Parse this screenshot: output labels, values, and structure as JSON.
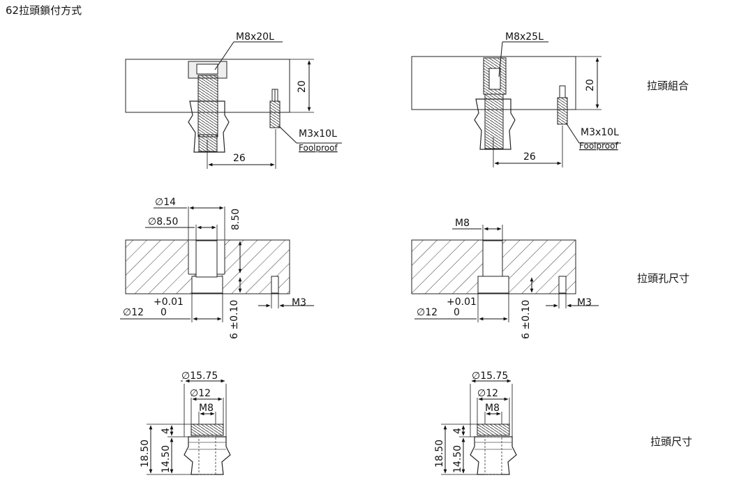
{
  "title": "62拉頭鎖付方式",
  "rows": {
    "assembly": "拉頭組合",
    "hole_size": "拉頭孔尺寸",
    "stud_size": "拉頭尺寸"
  },
  "assembly_left": {
    "bolt": "M8x20L",
    "plate_height": "20",
    "pin": "M3x10L",
    "pin_note": "Foolproof",
    "offset": "26"
  },
  "assembly_right": {
    "bolt": "M8x25L",
    "plate_height": "20",
    "pin": "M3x10L",
    "pin_note": "Foolproof",
    "offset": "26"
  },
  "hole_left": {
    "d_counterbore": "∅14",
    "d_through": "∅8.50",
    "depth": "8.50",
    "tol": "+0.01",
    "d_pilot": "∅12",
    "tol_low": "0",
    "pilot_depth": "6 ±0.10",
    "pin": "M3"
  },
  "hole_right": {
    "thread": "M8",
    "tol": "+0.01",
    "d_pilot": "∅12",
    "tol_low": "0",
    "pilot_depth": "6 ±0.10",
    "pin": "M3"
  },
  "stud_left": {
    "d_outer": "∅15.75",
    "d_inner": "∅12",
    "thread": "M8",
    "total_h": "18.50",
    "step_h": "4",
    "body_h": "14.50"
  },
  "stud_right": {
    "d_outer": "∅15.75",
    "d_inner": "∅12",
    "thread": "M8",
    "total_h": "18.50",
    "step_h": "4",
    "body_h": "14.50"
  }
}
